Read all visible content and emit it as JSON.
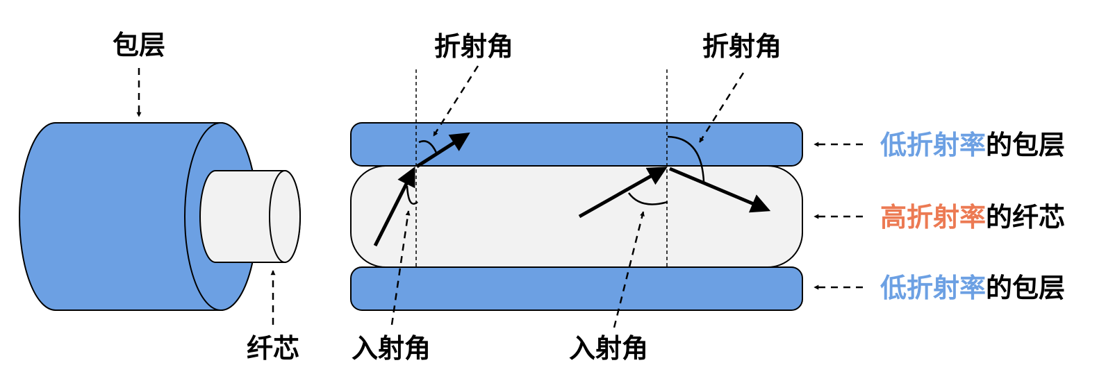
{
  "labels": {
    "cladding_top": "包层",
    "core_bottom": "纤芯",
    "refraction_angle_1": "折射角",
    "refraction_angle_2": "折射角",
    "incidence_angle_1": "入射角",
    "incidence_angle_2": "入射角"
  },
  "side_labels": [
    {
      "accent": "低折射率",
      "rest": "的包层",
      "accent_color": "#6ca0e3"
    },
    {
      "accent": "高折射率",
      "rest": "的纤芯",
      "accent_color": "#ec7a53"
    },
    {
      "accent": "低折射率",
      "rest": "的包层",
      "accent_color": "#6ca0e3"
    }
  ],
  "colors": {
    "cladding": "#6ca0e3",
    "core": "#f2f2f2",
    "high_index_accent": "#ec7a53",
    "low_index_accent": "#6ca0e3"
  }
}
